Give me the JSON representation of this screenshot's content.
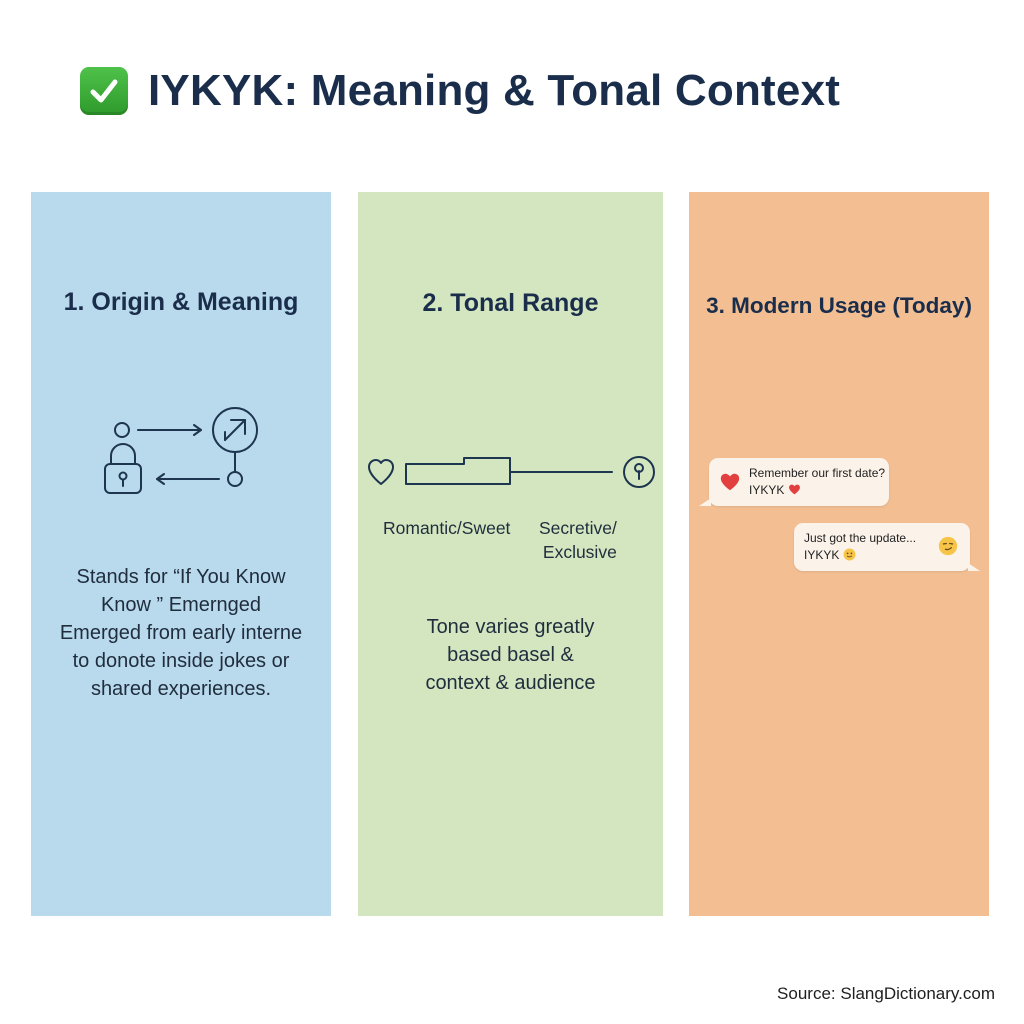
{
  "header": {
    "icon": "check-mark-icon",
    "title": "IYKYK: Meaning & Tonal Context"
  },
  "colors": {
    "title": "#1a2e4c",
    "panel_1_bg": "#b9d9ec",
    "panel_2_bg": "#d4e6c0",
    "panel_3_bg": "#f2be92",
    "check_green": "#3aab37",
    "heart_red": "#e2403f"
  },
  "panels": [
    {
      "title": "1. Origin & Meaning",
      "icons": [
        "circle-node-icon",
        "arrow-right-icon",
        "circle-arrow-icon",
        "lock-icon",
        "arrow-left-icon"
      ],
      "text_lines": [
        "Stands for “If You Know",
        "Know ” Emernged",
        "Emerged from early interne",
        "to donote inside jokes or",
        "shared experiences."
      ]
    },
    {
      "title": "2. Tonal Range",
      "icons": [
        "heart-outline-icon",
        "keyhole-icon"
      ],
      "range_left": "Romantic/Sweet",
      "range_right_lines": [
        "Secretive/",
        "Exclusive"
      ],
      "text_lines": [
        "Tone varies greatly",
        "based basel &",
        "context & audience"
      ]
    },
    {
      "title": "3. Modern Usage (Today)",
      "messages": [
        {
          "line_1": "Remember our first date?",
          "line_2": "IYKYK",
          "icons": [
            "heart-icon",
            "small-heart-icon"
          ]
        },
        {
          "line_1": "Just got the update...",
          "line_2": "IYKYK",
          "icons": [
            "small-emoji-icon",
            "smirk-emoji-icon"
          ]
        }
      ]
    }
  ],
  "footer": {
    "source": "Source: SlangDictionary.com"
  }
}
